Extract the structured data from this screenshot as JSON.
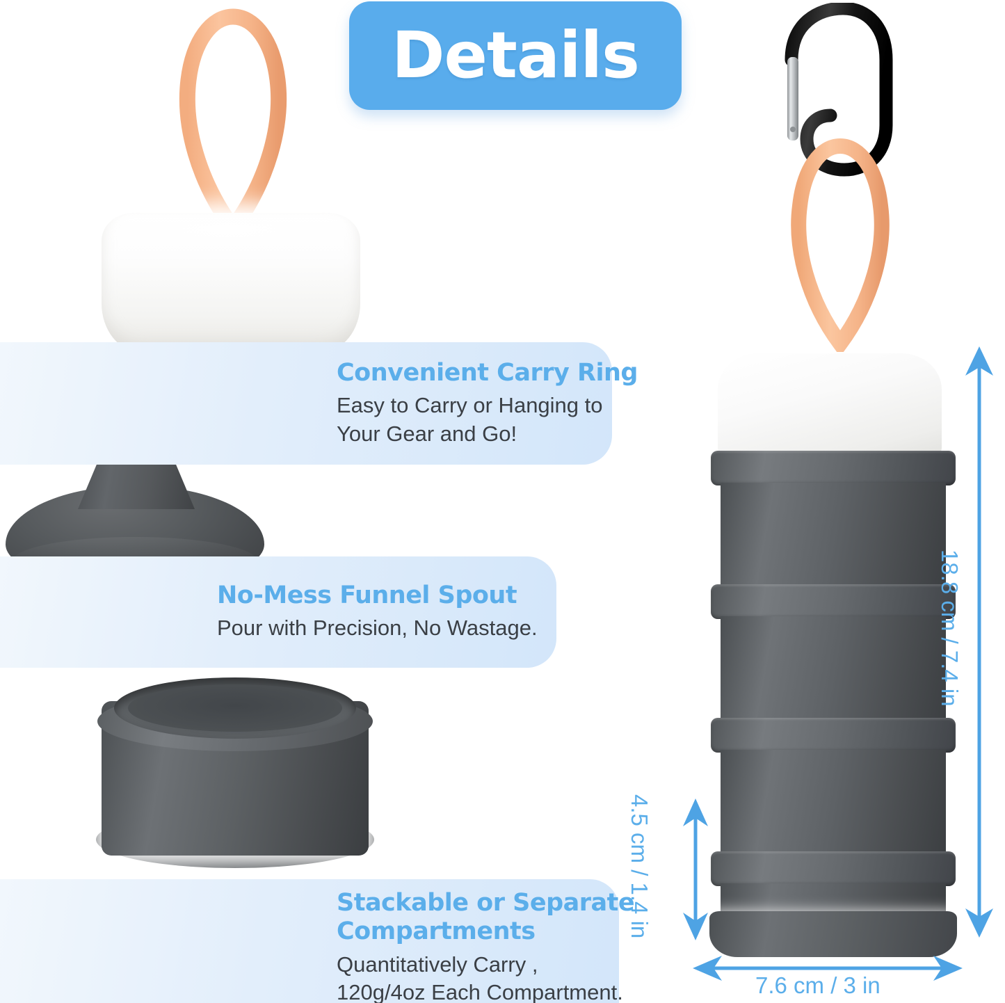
{
  "header": {
    "badge_label": "Details"
  },
  "features": [
    {
      "title": "Convenient Carry Ring",
      "description": "Easy to Carry or Hanging to\nYour Gear and Go!",
      "product_part": "lid-with-carry-ring"
    },
    {
      "title": "No-Mess Funnel Spout",
      "description": "Pour with Precision, No Wastage.",
      "product_part": "funnel-spout"
    },
    {
      "title": "Stackable or Separate\nCompartments",
      "description": "Quantitatively Carry ,\n120g/4oz Each Compartment.",
      "product_part": "stackable-compartment"
    }
  ],
  "dimensions": {
    "total_height": "18.8 cm / 7.4 in",
    "compartment_height": "4.5 cm / 1.4 in",
    "diameter": "7.6 cm / 3 in"
  },
  "colors": {
    "badge_blue": "#59ACEC",
    "heading_blue": "#5BAEEA",
    "panel_blue_light": "#E2EEFB",
    "arrow_blue": "#4EA3E4",
    "body_text": "#3A3F45",
    "product_gray": "#5C6063",
    "product_gray_dark": "#3C3F42",
    "lid_white": "#FFFFFF",
    "ring_peach": "#F6B68C",
    "carabiner_black": "#1A1A1A",
    "carabiner_silver": "#C9CCCE"
  },
  "icons": {
    "carabiner": "carabiner-clip-icon",
    "arrow_vertical": "double-arrow-vertical-icon",
    "arrow_horizontal": "double-arrow-horizontal-icon"
  }
}
